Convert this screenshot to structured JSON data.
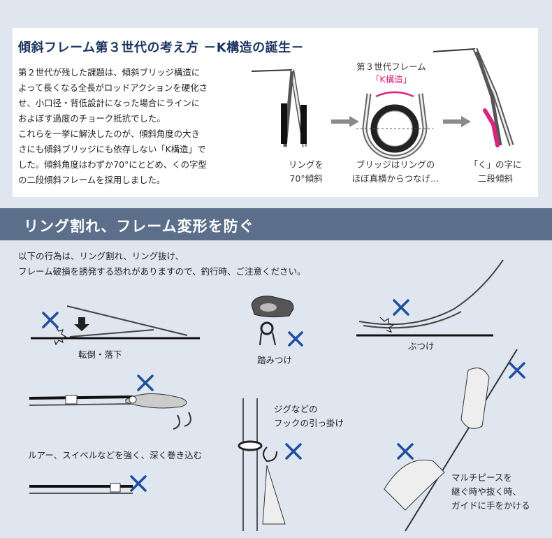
{
  "top_section": {
    "title": "傾斜フレーム第３世代の考え方 －K構造の誕生－",
    "body_lines": [
      "第２世代が残した課題は、傾斜ブリッジ構造に",
      "よって長くなる全長がロッドアクションを硬化さ",
      "せ、小口径・背低設計になった場合にラインに",
      "およぼす過度のチョーク抵抗でした。",
      "これらを一挙に解決したのが、傾斜角度の大き",
      "さにも傾斜ブリッジにも依存しない「K構造」で",
      "した。傾斜角度はわずか70°にとどめ、くの字型",
      "の二段傾斜フレームを採用しました。"
    ],
    "diagram": {
      "frame_label": "第３世代フレーム",
      "k_label": "「K構造」",
      "caption_left": [
        "リングを",
        "70°傾斜"
      ],
      "caption_mid": [
        "ブリッジはリングの",
        "ほぼ真横からつなげ…"
      ],
      "caption_right": [
        "「く」の字に",
        "二段傾斜"
      ]
    }
  },
  "warning_section": {
    "banner_title": "リング割れ、フレーム変形を防ぐ",
    "intro_lines": [
      "以下の行為は、リング割れ、リング抜け、",
      "フレーム破損を誘発する恐れがありますので、釣行時、ご注意ください。"
    ],
    "cases": [
      {
        "caption": "転倒・落下"
      },
      {
        "caption": "踏みつけ"
      },
      {
        "caption": "ぶつけ"
      },
      {
        "caption": "ルアー、スイベルなどを強く、深く巻き込む"
      },
      {
        "caption_lines": [
          "ジグなどの",
          "フックの引っ掛け"
        ]
      },
      {
        "caption_lines": [
          "マルチピースを",
          "継ぐ時や抜く時、",
          "ガイドに手をかける"
        ]
      }
    ]
  },
  "colors": {
    "title_navy": "#1c3563",
    "banner_bg": "#5b6e8a",
    "accent_pink": "#d9257f",
    "cross_blue": "#1f4ea0",
    "section_bg": "#dfe6f0"
  }
}
